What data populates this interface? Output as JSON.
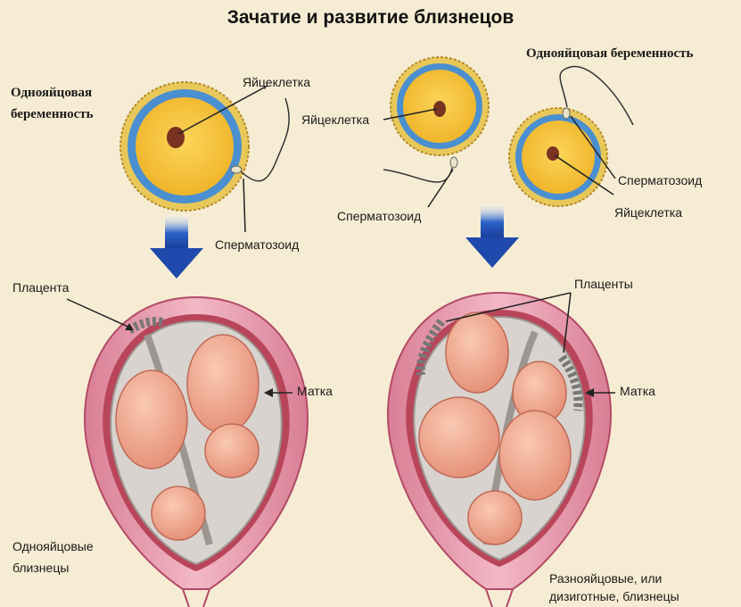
{
  "title": "Зачатие и развитие близнецов",
  "left": {
    "heading_line1": "Однояйцовая",
    "heading_line2": "беременность",
    "egg_label": "Яйцеклетка",
    "sperm_label": "Сперматозоид",
    "placenta_label": "Плацента",
    "uterus_label": "Матка",
    "twins_line1": "Однояйцовые",
    "twins_line2": "близнецы"
  },
  "right": {
    "heading": "Однояйцовая беременность",
    "egg1_label": "Яйцеклетка",
    "sperm1_label": "Сперматозоид",
    "sperm2_label": "Сперматозоид",
    "egg2_label": "Яйцеклетка",
    "placenta_label": "Плаценты",
    "uterus_label": "Матка",
    "twins_line1": "Разнояйцовые,  или",
    "twins_line2": "дизиготные,  близнецы"
  }
}
